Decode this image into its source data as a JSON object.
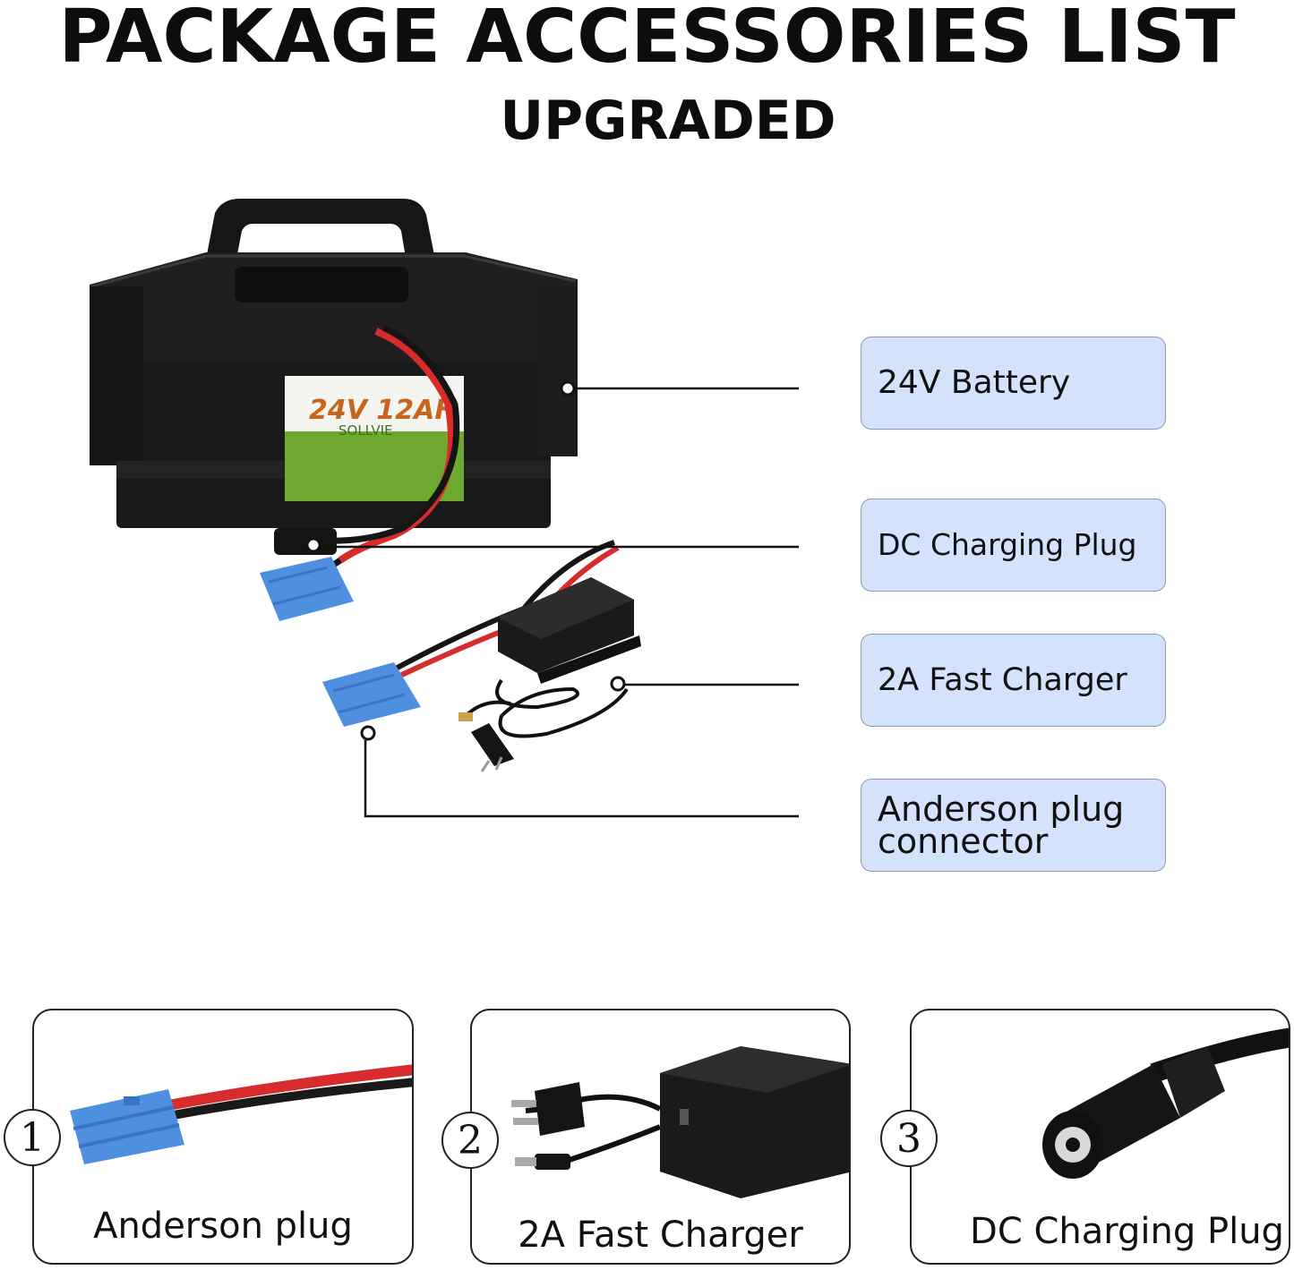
{
  "header": {
    "title": "PACKAGE ACCESSORIES LIST",
    "subtitle": "UPGRADED"
  },
  "battery_label": {
    "voltage": "24V 12AH",
    "brand": "SOLLVIE"
  },
  "callouts": [
    {
      "label": "24V Battery"
    },
    {
      "label": "DC Charging Plug"
    },
    {
      "label": "2A Fast Charger"
    },
    {
      "label_line1": "Anderson plug",
      "label_line2": "connector"
    }
  ],
  "cards": [
    {
      "number": "1",
      "label": "Anderson plug"
    },
    {
      "number": "2",
      "label": "2A Fast Charger"
    },
    {
      "number": "3",
      "label": "DC Charging Plug"
    }
  ],
  "colors": {
    "callout_fill": "#d4e3fb",
    "connector_blue": "#4f8fe0",
    "battery_black": "#1a1a1a",
    "wire_red": "#d82b2b",
    "label_green": "#6fa82f",
    "label_orange": "#c8651c"
  },
  "icons": [
    "battery-illustration",
    "anderson-connector-icon",
    "charger-brick-icon",
    "us-plug-icon",
    "dc-barrel-plug-icon"
  ]
}
